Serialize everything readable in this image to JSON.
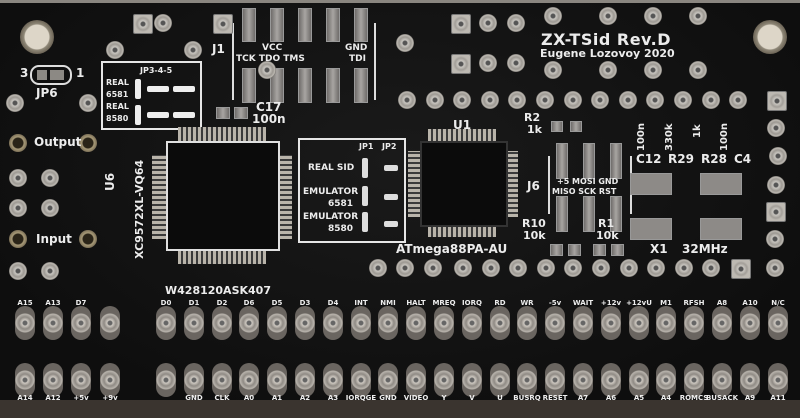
{
  "board": {
    "title": "ZX-TSid Rev.D",
    "author": "Eugene Lozovoy 2020",
    "colors": {
      "soldermask": "#121212",
      "silkscreen": "#ececec",
      "pad": "#c9c6c0"
    }
  },
  "silkscreen": {
    "jp6": "JP6",
    "jp6_pin3": "3",
    "jp6_pin1": "1",
    "jp345_title": "JP3-4-5",
    "real_6581": [
      "REAL",
      "6581"
    ],
    "real_8580": [
      "REAL",
      "8580"
    ],
    "j1": "J1",
    "vcc": "VCC",
    "tck_tdo_tms": "TCK TDO TMS",
    "gnd": "GND",
    "tdi": "TDI",
    "c17": "C17",
    "c17_value": "100n",
    "output": "Output",
    "input": "Input",
    "u6": "U6",
    "u6_part": "XC9572XL-VQ64",
    "u6_marking": "W428120ASK407",
    "jp1": "JP1",
    "jp2": "JP2",
    "real_sid": "REAL SID",
    "emulator_6581": [
      "EMULATOR",
      "6581"
    ],
    "emulator_8580": [
      "EMULATOR",
      "8580"
    ],
    "u1": "U1",
    "u1_part": "ATmega88PA-AU",
    "r2": "R2",
    "r2_value": "1k",
    "j6": "J6",
    "j6_top": "+5 MOSI GND",
    "j6_bottom": "MISO SCK RST",
    "r10": "R10",
    "r10_value": "10k",
    "r1": "R1",
    "r1_value": "10k",
    "c12": "C12",
    "r29": "R29",
    "r28": "R28",
    "c4": "C4",
    "c12_value": "100n",
    "r29_value": "330k",
    "r28_value": "1k",
    "c4_value": "100n",
    "x1": "X1",
    "x1_value": "32MHz"
  },
  "header": {
    "top_row_left": [
      "A15",
      "A13",
      "D7",
      ""
    ],
    "top_row": [
      "D0",
      "D1",
      "D2",
      "D6",
      "D5",
      "D3",
      "D4",
      "INT",
      "NMI",
      "HALT",
      "MREQ",
      "IORQ",
      "RD",
      "WR",
      "-5v",
      "WAIT",
      "+12v",
      "+12vU",
      "M1",
      "RFSH",
      "A8",
      "A10",
      "N/C"
    ],
    "bottom_row_left": [
      "A14",
      "A12",
      "+5v",
      "+9v"
    ],
    "bottom_row": [
      "",
      "GND",
      "CLK",
      "A0",
      "A1",
      "A2",
      "A3",
      "IORQGE",
      "GND",
      "VIDEO",
      "Y",
      "V",
      "U",
      "BUSRQ",
      "RESET",
      "A7",
      "A6",
      "A5",
      "A4",
      "ROMCS",
      "BUSACK",
      "A9",
      "A11"
    ]
  }
}
